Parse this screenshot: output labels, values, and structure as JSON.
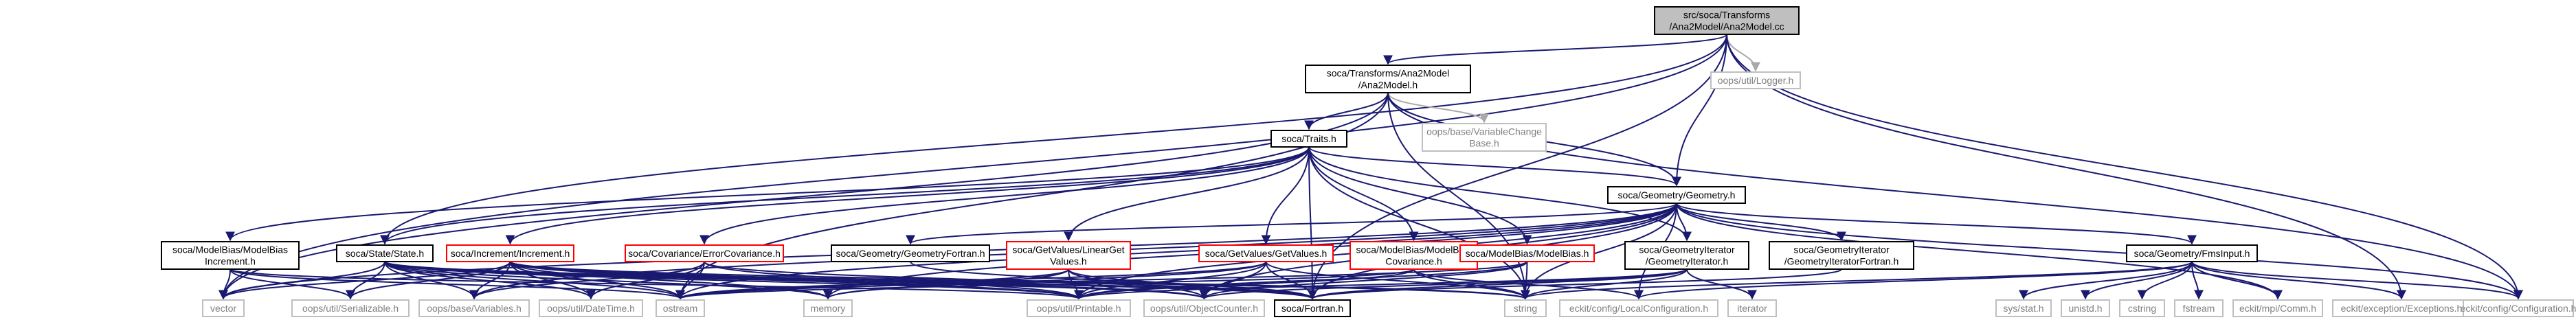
{
  "graph": {
    "nodes": [
      {
        "id": "root",
        "lines": [
          "src/soca/Transforms",
          "/Ana2Model/Ana2Model.cc"
        ],
        "style": "root"
      },
      {
        "id": "ana2model_h",
        "lines": [
          "soca/Transforms/Ana2Model",
          "/Ana2Model.h"
        ],
        "style": "black"
      },
      {
        "id": "logger",
        "lines": [
          "oops/util/Logger.h"
        ],
        "style": "gray"
      },
      {
        "id": "traits",
        "lines": [
          "soca/Traits.h"
        ],
        "style": "black"
      },
      {
        "id": "varchange",
        "lines": [
          "oops/base/VariableChange",
          "Base.h"
        ],
        "style": "gray"
      },
      {
        "id": "geometry",
        "lines": [
          "soca/Geometry/Geometry.h"
        ],
        "style": "black"
      },
      {
        "id": "modelbias_incr",
        "lines": [
          "soca/ModelBias/ModelBias",
          "Increment.h"
        ],
        "style": "black"
      },
      {
        "id": "state",
        "lines": [
          "soca/State/State.h"
        ],
        "style": "black"
      },
      {
        "id": "increment",
        "lines": [
          "soca/Increment/Increment.h"
        ],
        "style": "red"
      },
      {
        "id": "errcov",
        "lines": [
          "soca/Covariance/ErrorCovariance.h"
        ],
        "style": "red"
      },
      {
        "id": "geomfortran",
        "lines": [
          "soca/Geometry/GeometryFortran.h"
        ],
        "style": "black"
      },
      {
        "id": "getvalues_lin",
        "lines": [
          "soca/GetValues/LinearGet",
          "Values.h"
        ],
        "style": "red"
      },
      {
        "id": "getvalues",
        "lines": [
          "soca/GetValues/GetValues.h"
        ],
        "style": "red"
      },
      {
        "id": "modelbias_cov",
        "lines": [
          "soca/ModelBias/ModelBias",
          "Covariance.h"
        ],
        "style": "red"
      },
      {
        "id": "modelbias",
        "lines": [
          "soca/ModelBias/ModelBias.h"
        ],
        "style": "red"
      },
      {
        "id": "geomiter",
        "lines": [
          "soca/GeometryIterator",
          "/GeometryIterator.h"
        ],
        "style": "black"
      },
      {
        "id": "geomiter_fortran",
        "lines": [
          "soca/GeometryIterator",
          "/GeometryIteratorFortran.h"
        ],
        "style": "black"
      },
      {
        "id": "fmsinput",
        "lines": [
          "soca/Geometry/FmsInput.h"
        ],
        "style": "black"
      },
      {
        "id": "vector",
        "lines": [
          "vector"
        ],
        "style": "gray"
      },
      {
        "id": "serializable",
        "lines": [
          "oops/util/Serializable.h"
        ],
        "style": "gray"
      },
      {
        "id": "variables",
        "lines": [
          "oops/base/Variables.h"
        ],
        "style": "gray"
      },
      {
        "id": "datetime",
        "lines": [
          "oops/util/DateTime.h"
        ],
        "style": "gray"
      },
      {
        "id": "ostream",
        "lines": [
          "ostream"
        ],
        "style": "gray"
      },
      {
        "id": "memory",
        "lines": [
          "memory"
        ],
        "style": "gray"
      },
      {
        "id": "printable",
        "lines": [
          "oops/util/Printable.h"
        ],
        "style": "gray"
      },
      {
        "id": "objectcounter",
        "lines": [
          "oops/util/ObjectCounter.h"
        ],
        "style": "gray"
      },
      {
        "id": "fortran",
        "lines": [
          "soca/Fortran.h"
        ],
        "style": "black"
      },
      {
        "id": "string",
        "lines": [
          "string"
        ],
        "style": "gray"
      },
      {
        "id": "localconfig",
        "lines": [
          "eckit/config/LocalConfiguration.h"
        ],
        "style": "gray"
      },
      {
        "id": "iterator",
        "lines": [
          "iterator"
        ],
        "style": "gray"
      },
      {
        "id": "sysstat",
        "lines": [
          "sys/stat.h"
        ],
        "style": "gray"
      },
      {
        "id": "unistd",
        "lines": [
          "unistd.h"
        ],
        "style": "gray"
      },
      {
        "id": "cstring",
        "lines": [
          "cstring"
        ],
        "style": "gray"
      },
      {
        "id": "fstream",
        "lines": [
          "fstream"
        ],
        "style": "gray"
      },
      {
        "id": "comm",
        "lines": [
          "eckit/mpi/Comm.h"
        ],
        "style": "gray"
      },
      {
        "id": "exceptions",
        "lines": [
          "eckit/exception/Exceptions.h"
        ],
        "style": "gray"
      },
      {
        "id": "configuration",
        "lines": [
          "eckit/config/Configuration.h"
        ],
        "style": "gray"
      }
    ],
    "edges": [
      [
        "root",
        "ana2model_h"
      ],
      [
        "root",
        "logger"
      ],
      [
        "root",
        "geometry"
      ],
      [
        "root",
        "state"
      ],
      [
        "root",
        "vector"
      ],
      [
        "root",
        "exceptions"
      ],
      [
        "root",
        "configuration"
      ],
      [
        "root",
        "fortran"
      ],
      [
        "ana2model_h",
        "traits"
      ],
      [
        "ana2model_h",
        "varchange"
      ],
      [
        "ana2model_h",
        "geometry"
      ],
      [
        "ana2model_h",
        "vector"
      ],
      [
        "ana2model_h",
        "string"
      ],
      [
        "ana2model_h",
        "configuration"
      ],
      [
        "ana2model_h",
        "ostream"
      ],
      [
        "traits",
        "geometry"
      ],
      [
        "traits",
        "modelbias_incr"
      ],
      [
        "traits",
        "state"
      ],
      [
        "traits",
        "increment"
      ],
      [
        "traits",
        "errcov"
      ],
      [
        "traits",
        "getvalues_lin"
      ],
      [
        "traits",
        "getvalues"
      ],
      [
        "traits",
        "modelbias_cov"
      ],
      [
        "traits",
        "modelbias"
      ],
      [
        "traits",
        "geomiter"
      ],
      [
        "traits",
        "string"
      ],
      [
        "traits",
        "fortran"
      ],
      [
        "geometry",
        "geomfortran"
      ],
      [
        "geometry",
        "geomiter"
      ],
      [
        "geometry",
        "geomiter_fortran"
      ],
      [
        "geometry",
        "fmsinput"
      ],
      [
        "geometry",
        "vector"
      ],
      [
        "geometry",
        "memory"
      ],
      [
        "geometry",
        "printable"
      ],
      [
        "geometry",
        "objectcounter"
      ],
      [
        "geometry",
        "fortran"
      ],
      [
        "geometry",
        "string"
      ],
      [
        "geometry",
        "localconfig"
      ],
      [
        "geometry",
        "comm"
      ],
      [
        "geometry",
        "configuration"
      ],
      [
        "geometry",
        "variables"
      ],
      [
        "geometry",
        "ostream"
      ],
      [
        "modelbias_incr",
        "vector"
      ],
      [
        "modelbias_incr",
        "serializable"
      ],
      [
        "modelbias_incr",
        "printable"
      ],
      [
        "modelbias_incr",
        "ostream"
      ],
      [
        "state",
        "vector"
      ],
      [
        "state",
        "serializable"
      ],
      [
        "state",
        "variables"
      ],
      [
        "state",
        "datetime"
      ],
      [
        "state",
        "ostream"
      ],
      [
        "state",
        "memory"
      ],
      [
        "state",
        "printable"
      ],
      [
        "state",
        "objectcounter"
      ],
      [
        "state",
        "fortran"
      ],
      [
        "state",
        "string"
      ],
      [
        "increment",
        "vector"
      ],
      [
        "increment",
        "serializable"
      ],
      [
        "increment",
        "variables"
      ],
      [
        "increment",
        "datetime"
      ],
      [
        "increment",
        "ostream"
      ],
      [
        "increment",
        "memory"
      ],
      [
        "increment",
        "printable"
      ],
      [
        "increment",
        "objectcounter"
      ],
      [
        "increment",
        "fortran"
      ],
      [
        "increment",
        "string"
      ],
      [
        "errcov",
        "variables"
      ],
      [
        "errcov",
        "datetime"
      ],
      [
        "errcov",
        "ostream"
      ],
      [
        "errcov",
        "printable"
      ],
      [
        "errcov",
        "fortran"
      ],
      [
        "geomfortran",
        "fortran"
      ],
      [
        "getvalues_lin",
        "ostream"
      ],
      [
        "getvalues_lin",
        "memory"
      ],
      [
        "getvalues_lin",
        "printable"
      ],
      [
        "getvalues_lin",
        "objectcounter"
      ],
      [
        "getvalues_lin",
        "fortran"
      ],
      [
        "getvalues",
        "ostream"
      ],
      [
        "getvalues",
        "memory"
      ],
      [
        "getvalues",
        "printable"
      ],
      [
        "getvalues",
        "objectcounter"
      ],
      [
        "getvalues",
        "fortran"
      ],
      [
        "getvalues",
        "string"
      ],
      [
        "modelbias_cov",
        "ostream"
      ],
      [
        "modelbias_cov",
        "printable"
      ],
      [
        "modelbias_cov",
        "string"
      ],
      [
        "modelbias_cov",
        "localconfig"
      ],
      [
        "modelbias",
        "ostream"
      ],
      [
        "modelbias",
        "printable"
      ],
      [
        "modelbias",
        "objectcounter"
      ],
      [
        "modelbias",
        "string"
      ],
      [
        "geomiter",
        "iterator"
      ],
      [
        "geomiter",
        "string"
      ],
      [
        "geomiter",
        "printable"
      ],
      [
        "geomiter",
        "objectcounter"
      ],
      [
        "geomiter",
        "fortran"
      ],
      [
        "geomiter_fortran",
        "fortran"
      ],
      [
        "fmsinput",
        "sysstat"
      ],
      [
        "fmsinput",
        "unistd"
      ],
      [
        "fmsinput",
        "cstring"
      ],
      [
        "fmsinput",
        "fstream"
      ],
      [
        "fmsinput",
        "string"
      ],
      [
        "fmsinput",
        "comm"
      ],
      [
        "fmsinput",
        "exceptions"
      ],
      [
        "fmsinput",
        "configuration"
      ],
      [
        "fmsinput",
        "localconfig"
      ]
    ],
    "gray_edges": [
      [
        "root",
        "logger"
      ],
      [
        "ana2model_h",
        "varchange"
      ]
    ]
  }
}
